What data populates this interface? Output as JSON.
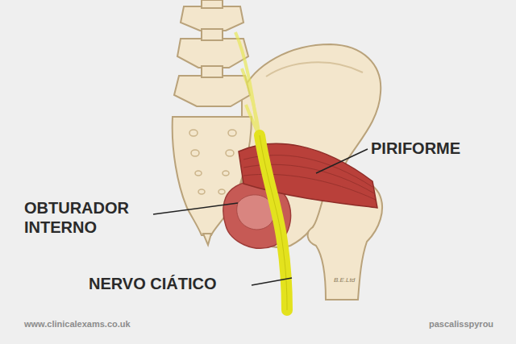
{
  "diagram": {
    "labels": [
      "PIRIFORME",
      "OBTURADOR INTERNO",
      "NERVO CIÁTICO",
      "B.E.Ltd",
      "www.clinicalexams.co.uk",
      "pascalisspyrou"
    ]
  }
}
